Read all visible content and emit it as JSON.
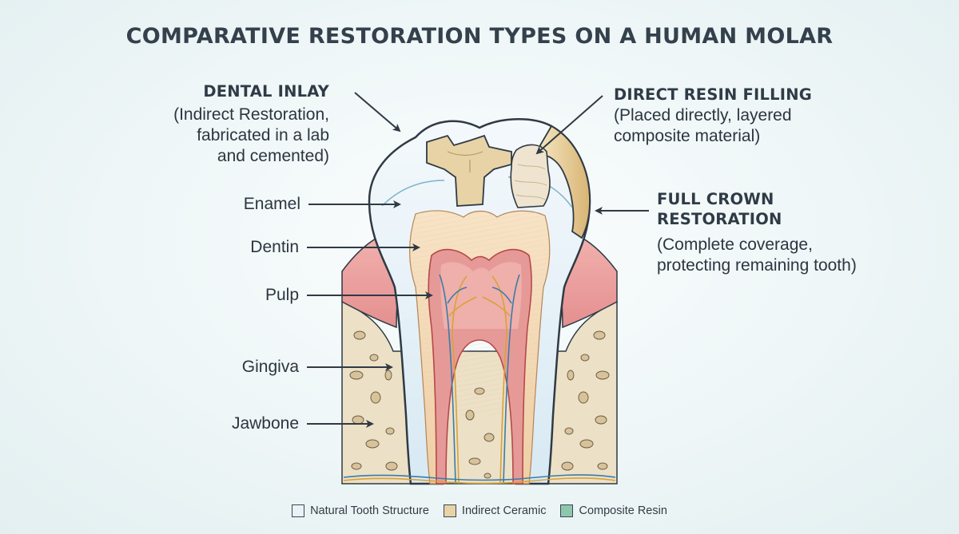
{
  "title": "COMPARATIVE RESTORATION TYPES ON A HUMAN MOLAR",
  "callouts": {
    "inlay": {
      "heading": "DENTAL INLAY",
      "lines": [
        "(Indirect Restoration,",
        "fabricated in a lab",
        "and cemented)"
      ]
    },
    "resin": {
      "heading": "DIRECT RESIN FILLING",
      "lines": [
        "(Placed directly, layered",
        "composite material)"
      ]
    },
    "crown": {
      "heading_lines": [
        "FULL CROWN",
        "RESTORATION"
      ],
      "lines": [
        "(Complete coverage,",
        "protecting remaining tooth)"
      ]
    }
  },
  "anatomy_labels": {
    "enamel": "Enamel",
    "dentin": "Dentin",
    "pulp": "Pulp",
    "gingiva": "Gingiva",
    "jawbone": "Jawbone"
  },
  "legend": [
    {
      "label": "Natural Tooth Structure",
      "color": "#e8f2f8"
    },
    {
      "label": "Indirect Ceramic",
      "color": "#e8d3a6"
    },
    {
      "label": "Composite Resin",
      "color": "#8fc7ad"
    }
  ],
  "colors": {
    "enamel": "#dcecf5",
    "dentin": "#f3d7b4",
    "pulp": "#e9a3a0",
    "gingiva": "#ec9f9f",
    "bone": "#ece0c6",
    "ceramic": "#e8d3a6",
    "resin": "#efe4cf",
    "outline": "#2f3a44"
  }
}
